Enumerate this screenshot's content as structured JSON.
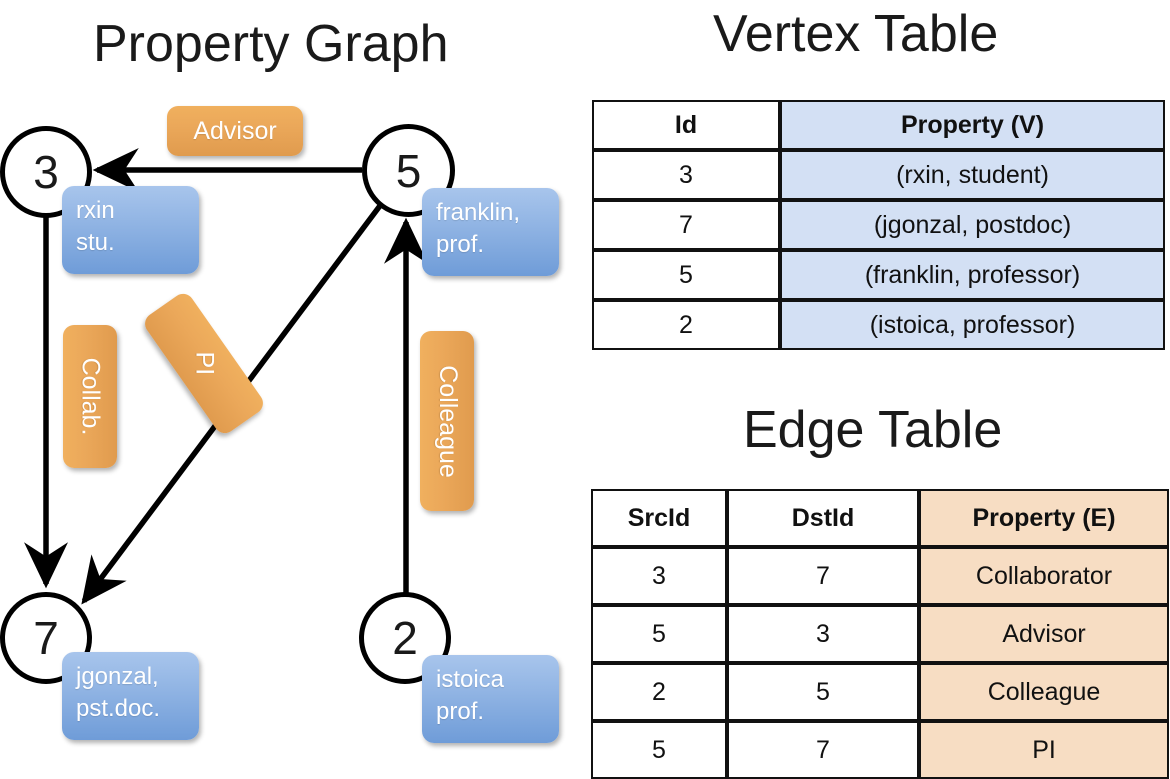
{
  "titles": {
    "property_graph": "Property Graph",
    "vertex_table": "Vertex Table",
    "edge_table": "Edge Table"
  },
  "colors": {
    "node_stroke": "#000000",
    "vertex_property_fill": "#d3e0f4",
    "edge_property_fill": "#f7ddc3",
    "graph_property_box": "#8fb3e3",
    "graph_edge_label_box": "#eba85a",
    "edge_line": "#000000"
  },
  "graph": {
    "nodes": [
      {
        "id": "3",
        "property_lines": [
          "rxin",
          "stu."
        ]
      },
      {
        "id": "5",
        "property_lines": [
          "franklin,",
          "prof."
        ]
      },
      {
        "id": "7",
        "property_lines": [
          "jgonzal,",
          "pst.doc."
        ]
      },
      {
        "id": "2",
        "property_lines": [
          "istoica",
          "prof."
        ]
      }
    ],
    "edge_labels": [
      {
        "label": "Advisor",
        "orientation": "horizontal"
      },
      {
        "label": "Collab.",
        "orientation": "vertical"
      },
      {
        "label": "PI",
        "orientation": "diagonal"
      },
      {
        "label": "Colleague",
        "orientation": "vertical"
      }
    ],
    "edges": [
      {
        "src": "5",
        "dst": "3",
        "label": "Advisor"
      },
      {
        "src": "3",
        "dst": "7",
        "label": "Collab."
      },
      {
        "src": "5",
        "dst": "7",
        "label": "PI"
      },
      {
        "src": "2",
        "dst": "5",
        "label": "Colleague"
      }
    ]
  },
  "vertex_table": {
    "headers": [
      "Id",
      "Property (V)"
    ],
    "rows": [
      {
        "id": "3",
        "property": "(rxin, student)"
      },
      {
        "id": "7",
        "property": "(jgonzal, postdoc)"
      },
      {
        "id": "5",
        "property": "(franklin, professor)"
      },
      {
        "id": "2",
        "property": "(istoica, professor)"
      }
    ]
  },
  "edge_table": {
    "headers": [
      "SrcId",
      "DstId",
      "Property (E)"
    ],
    "rows": [
      {
        "src": "3",
        "dst": "7",
        "property": "Collaborator"
      },
      {
        "src": "5",
        "dst": "3",
        "property": "Advisor"
      },
      {
        "src": "2",
        "dst": "5",
        "property": "Colleague"
      },
      {
        "src": "5",
        "dst": "7",
        "property": "PI"
      }
    ]
  }
}
